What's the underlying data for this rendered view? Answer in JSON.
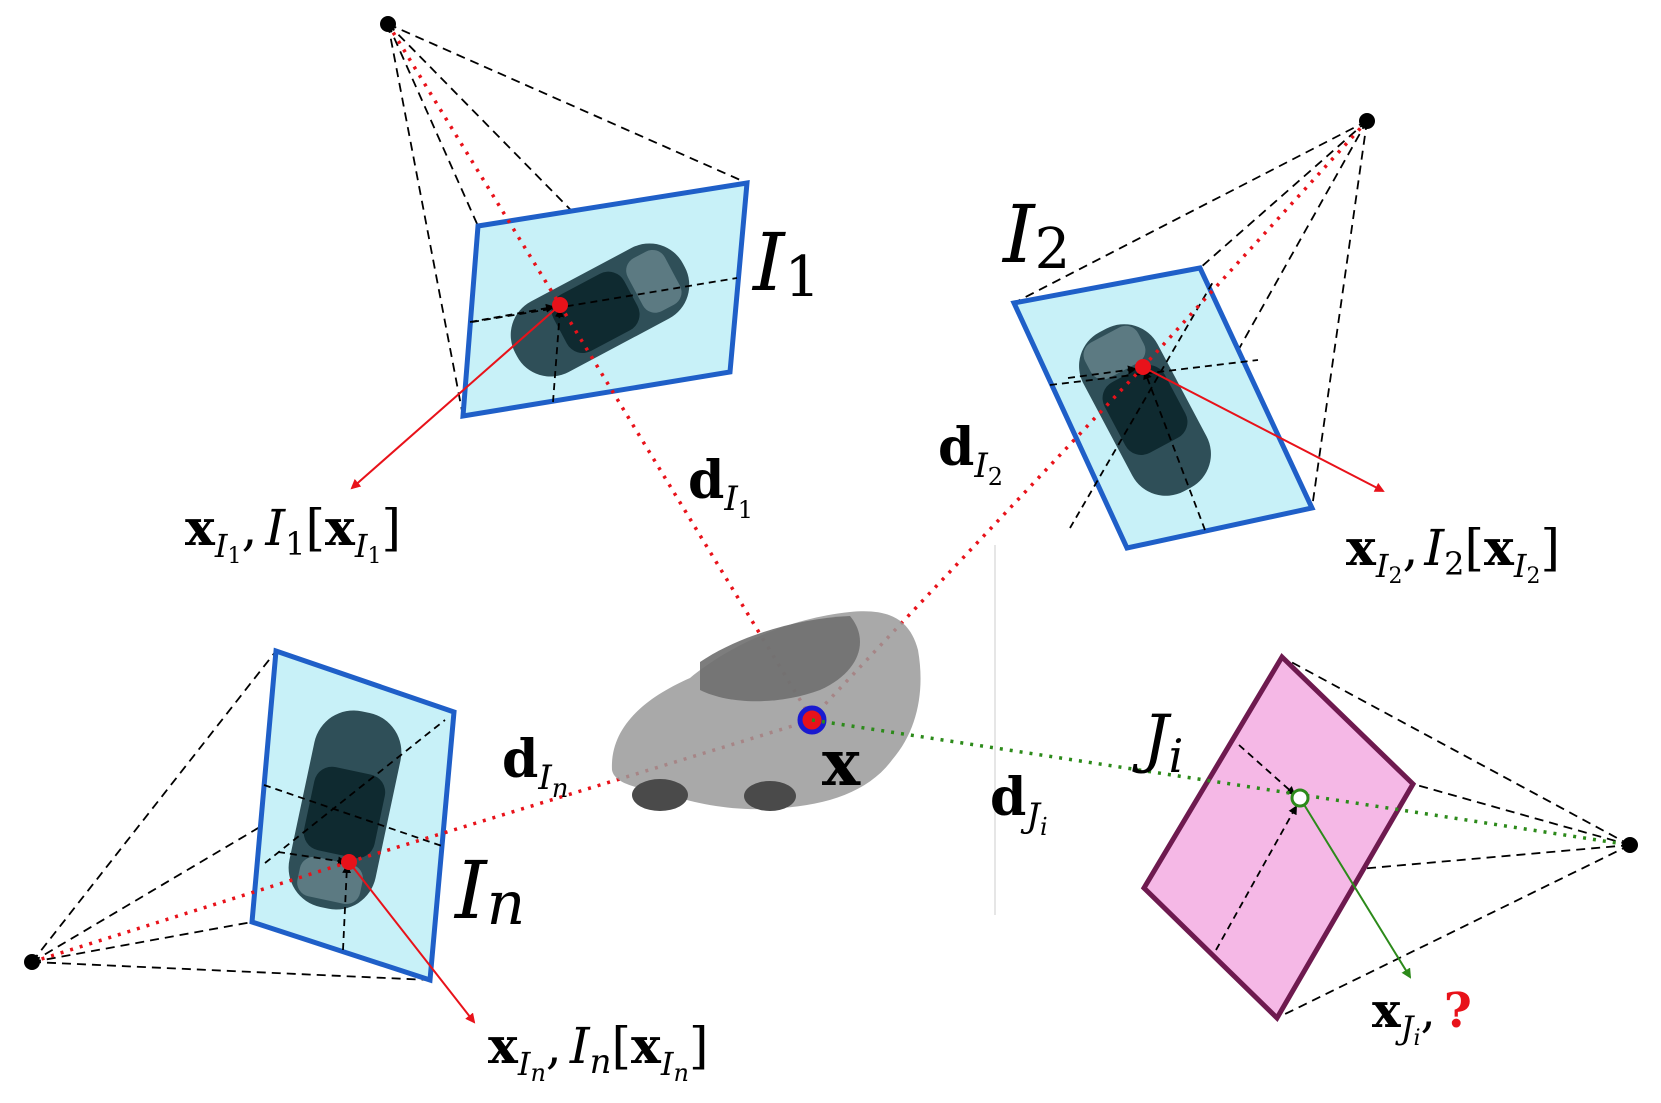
{
  "colors": {
    "image_plane_fill": "#c8f1f8",
    "image_plane_stroke": "#1f5fc8",
    "target_plane_fill": "#f5b8e6",
    "target_plane_stroke": "#6e1a4f",
    "ray_red": "#e8121a",
    "ray_green": "#2c8a1a",
    "camera_center": "#000000",
    "car_body": "#2f4f58",
    "car_3d": "#9a9a9a",
    "question_mark": "#e8121a"
  },
  "icons": {
    "camera_center": "filled-dot",
    "car": "car-icon",
    "point": "ring-dot"
  },
  "labels": {
    "plane_I1": {
      "base": "I",
      "sub": "1"
    },
    "plane_I2": {
      "base": "I",
      "sub": "2"
    },
    "plane_In": {
      "base": "I",
      "sub": "n"
    },
    "plane_Ji": {
      "base": "J",
      "sub": "i"
    },
    "dir_I1": {
      "base": "d",
      "sub_base": "I",
      "sub_sub": "1"
    },
    "dir_I2": {
      "base": "d",
      "sub_base": "I",
      "sub_sub": "2"
    },
    "dir_In": {
      "base": "d",
      "sub_base": "I",
      "sub_sub": "n"
    },
    "dir_Ji": {
      "base": "d",
      "sub_base": "J",
      "sub_sub": "i"
    },
    "point_x": "x",
    "proj_I1": {
      "x": "x",
      "sb": "I",
      "ss": "1",
      "comma": ",",
      "img": "I",
      "img_sub": "1",
      "open": "[",
      "inner_x": "x",
      "inner_sb": "I",
      "inner_ss": "1",
      "close": "]"
    },
    "proj_I2": {
      "x": "x",
      "sb": "I",
      "ss": "2",
      "comma": ",",
      "img": "I",
      "img_sub": "2",
      "open": "[",
      "inner_x": "x",
      "inner_sb": "I",
      "inner_ss": "2",
      "close": "]"
    },
    "proj_In": {
      "x": "x",
      "sb": "I",
      "ss": "n",
      "comma": ",",
      "img": "I",
      "img_sub": "n",
      "open": "[",
      "inner_x": "x",
      "inner_sb": "I",
      "inner_ss": "n",
      "close": "]"
    },
    "proj_Ji": {
      "x": "x",
      "sb": "J",
      "ss": "i",
      "comma": ",",
      "question": "?"
    }
  }
}
